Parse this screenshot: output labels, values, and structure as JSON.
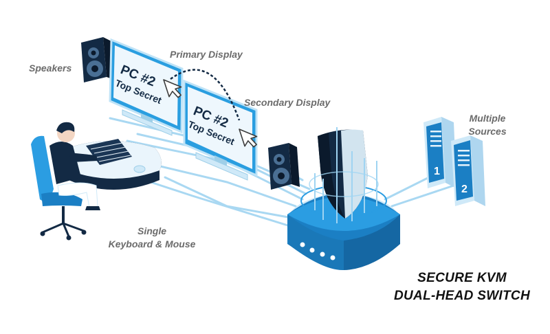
{
  "labels": {
    "speakers": "Speakers",
    "primary_display": "Primary Display",
    "secondary_display": "Secondary Display",
    "multiple_sources_line1": "Multiple",
    "multiple_sources_line2": "Sources",
    "single_kb_line1": "Single",
    "single_kb_line2": "Keyboard & Mouse"
  },
  "screens": {
    "primary": {
      "line1": "PC #2",
      "line2": "Top Secret"
    },
    "secondary": {
      "line1": "PC #2",
      "line2": "Top Secret"
    }
  },
  "servers": {
    "first": "1",
    "second": "2"
  },
  "title": {
    "line1": "SECURE KVM",
    "line2": "DUAL-HEAD SWITCH"
  },
  "colors": {
    "primary_blue": "#1d8fd2",
    "dark_navy": "#132a44",
    "light_blue": "#cfe9f8",
    "cable": "#a9d8f2"
  }
}
